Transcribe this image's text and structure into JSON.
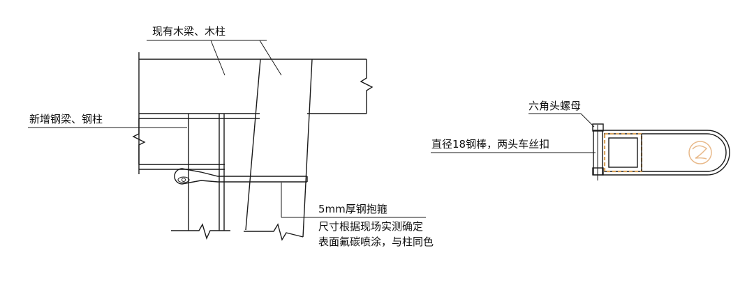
{
  "labels": {
    "existing_timber": "现有木梁、木柱",
    "new_steel": "新增钢梁、钢柱",
    "hoop_title": "5mm厚钢抱箍",
    "hoop_note1": "尺寸根据现场实测确定",
    "hoop_note2": "表面氟碳喷涂，与柱同色",
    "hex_nut": "六角头螺母",
    "steel_rod": "直径18钢棒，两头车丝扣"
  },
  "colors": {
    "line": "#1a1a1a",
    "hatch": "#d9a35c",
    "stamp": "#e8b98a"
  }
}
